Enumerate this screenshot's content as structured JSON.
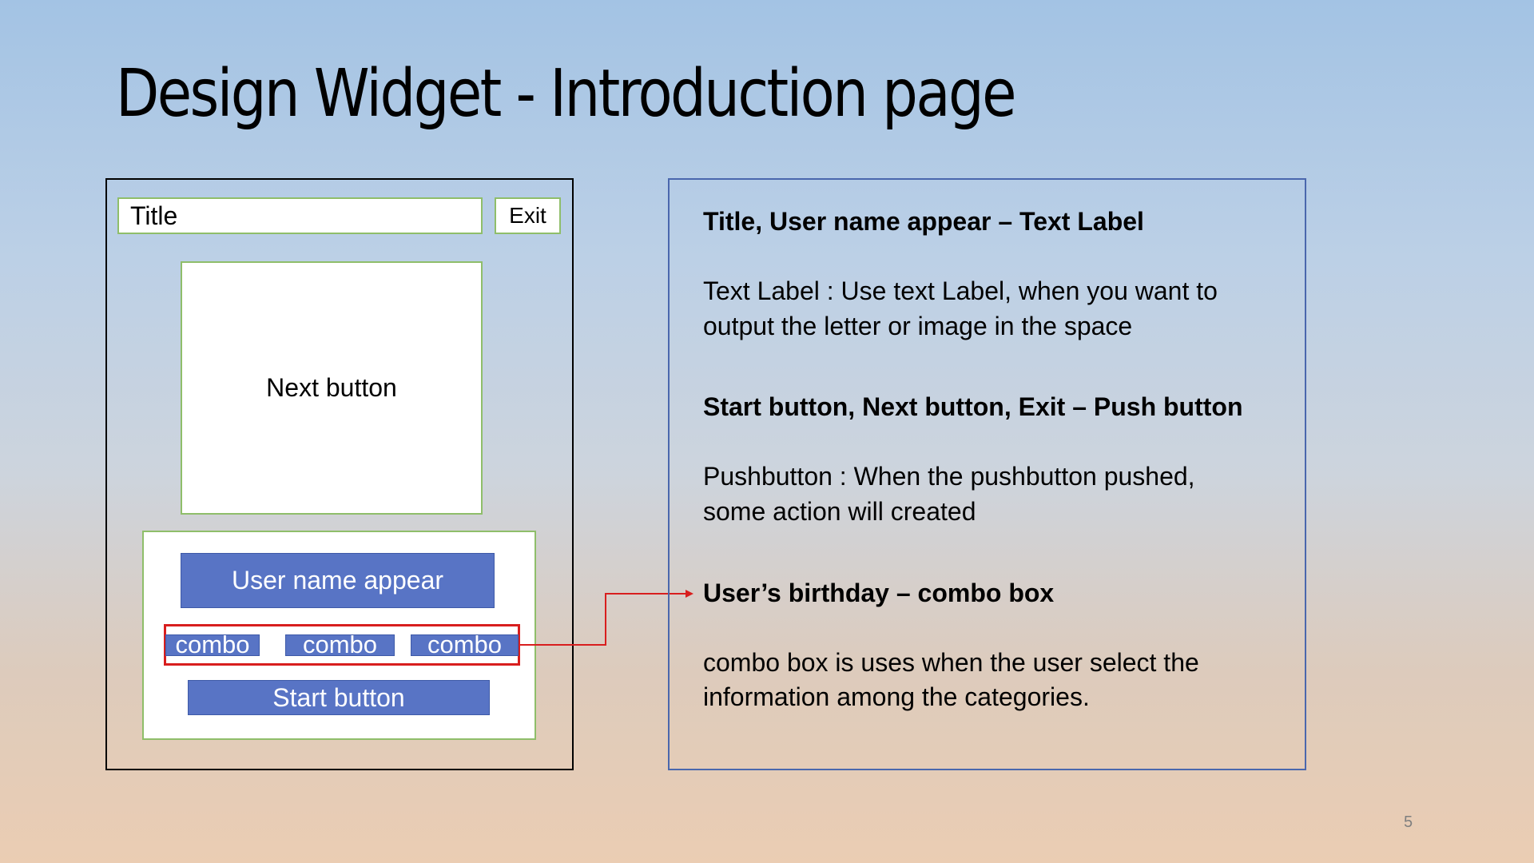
{
  "slide": {
    "title": "Design Widget - Introduction page",
    "page_number": "5"
  },
  "mockup": {
    "title_label": "Title",
    "exit_label": "Exit",
    "next_button_label": "Next button",
    "username_label": "User name appear",
    "combo_labels": [
      "combo",
      "combo",
      "combo"
    ],
    "start_button_label": "Start button"
  },
  "description": {
    "heading1": "Title, User name appear – Text Label",
    "text1_line1": "Text Label  : Use text Label, when you want to",
    "text1_line2": "output the letter or image in the space",
    "heading2": "Start button, Next button, Exit – Push button",
    "text2_line1": "Pushbutton : When the pushbutton pushed,",
    "text2_line2": "some action will created",
    "heading3": "User’s birthday – combo box",
    "text3_line1": "combo  box is uses when the user select the",
    "text3_line2": "information among the categories."
  },
  "colors": {
    "widget_blue": "#5874c5",
    "label_border_green": "#8fbe6a",
    "highlight_red": "#d81e1e",
    "panel_border_blue": "#4a67ad"
  }
}
